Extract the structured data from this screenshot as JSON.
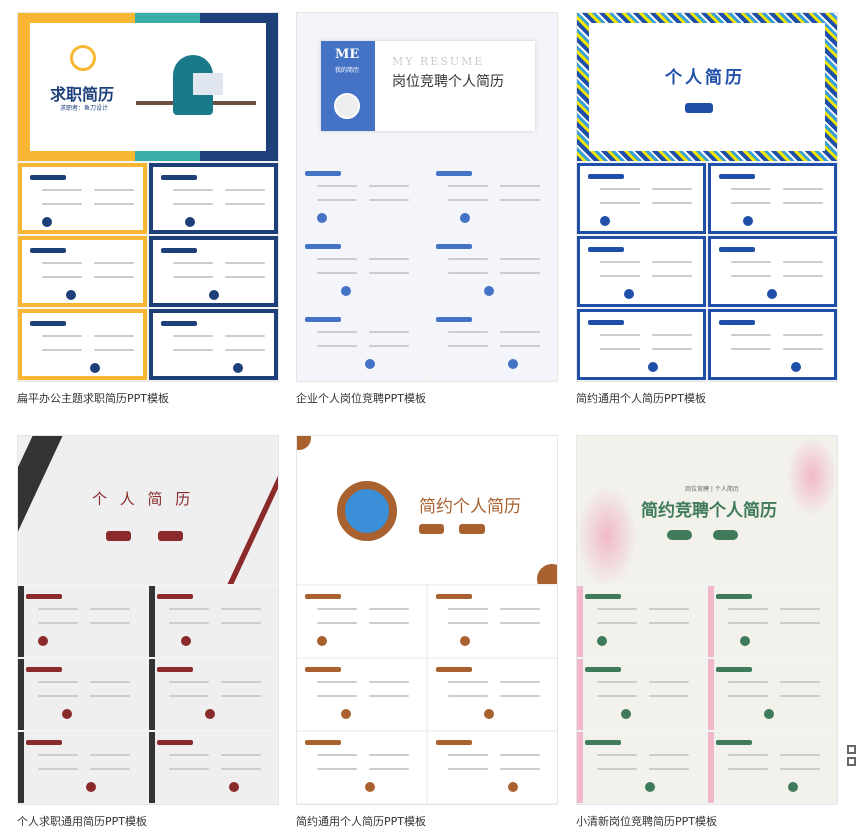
{
  "templates": [
    {
      "caption": "扁平办公主题求职简历PPT模板",
      "hero_title": "求职简历",
      "hero_sub": "求职者：鱼刀设计",
      "colors": {
        "accent": "#1d3f7a",
        "second": "#3aafa9",
        "third": "#f7b733",
        "bg": "#ffffff"
      },
      "icon": "office-desk-icon"
    },
    {
      "caption": "企业个人岗位竞聘PPT模板",
      "hero_title": "岗位竞聘个人简历",
      "hero_label": "MY RESUME",
      "hero_badge": "ME",
      "hero_sub": "我的简历",
      "colors": {
        "accent": "#4472c4",
        "second": "#eef1f8",
        "third": "#d0d8ea",
        "bg": "#f3f5fa"
      },
      "icon": "portrait-icon"
    },
    {
      "caption": "简约通用个人简历PPT模板",
      "hero_title": "个人简历",
      "colors": {
        "accent": "#1f4fa8",
        "second": "#f2e600",
        "third": "#3aa0d8",
        "bg": "#ffffff"
      },
      "icon": "stripe-border-icon"
    },
    {
      "caption": "个人求职通用简历PPT模板",
      "hero_title": "个 人 简 历",
      "colors": {
        "accent": "#8b2a2a",
        "second": "#333333",
        "third": "#dddddd",
        "bg": "#efefef"
      },
      "icon": "diagonal-stripes-icon"
    },
    {
      "caption": "简约通用个人简历PPT模板",
      "hero_title": "简约个人简历",
      "colors": {
        "accent": "#a8612f",
        "second": "#f6ece4",
        "third": "#ffffff",
        "bg": "#ffffff"
      },
      "icon": "portrait-circle-icon"
    },
    {
      "caption": "小清新岗位竞聘简历PPT模板",
      "hero_title": "简约竞聘个人简历",
      "hero_label": "岗位竞聘 | 个人简历",
      "colors": {
        "accent": "#3f7a5a",
        "second": "#f0b8c8",
        "third": "#9fc8a8",
        "bg": "#f2f1ec"
      },
      "icon": "flower-icon"
    }
  ]
}
